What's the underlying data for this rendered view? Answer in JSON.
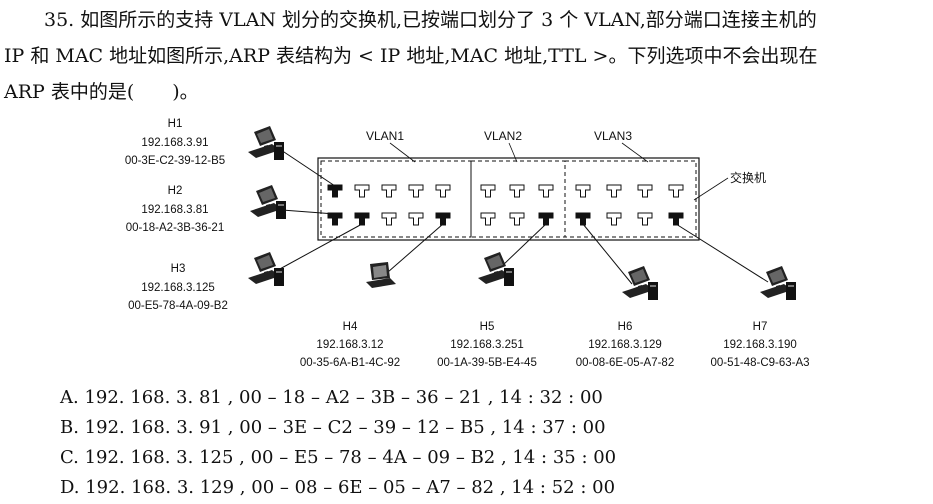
{
  "question": {
    "lines": [
      "35. 如图所示的支持 VLAN 划分的交换机,已按端口划分了 3 个 VLAN,部分端口连接主机的",
      "IP 和 MAC 地址如图所示,ARP 表结构为 < IP 地址,MAC 地址,TTL >。下列选项中不会出现在",
      "ARP 表中的是(　　)。"
    ]
  },
  "figure": {
    "switch_label": "交换机",
    "vlans": [
      "VLAN1",
      "VLAN2",
      "VLAN3"
    ],
    "hosts": [
      {
        "name": "H1",
        "ip": "192.168.3.91",
        "mac": "00-3E-C2-39-12-B5"
      },
      {
        "name": "H2",
        "ip": "192.168.3.81",
        "mac": "00-18-A2-3B-36-21"
      },
      {
        "name": "H3",
        "ip": "192.168.3.125",
        "mac": "00-E5-78-4A-09-B2"
      },
      {
        "name": "H4",
        "ip": "192.168.3.12",
        "mac": "00-35-6A-B1-4C-92"
      },
      {
        "name": "H5",
        "ip": "192.168.3.251",
        "mac": "00-1A-39-5B-E4-45"
      },
      {
        "name": "H6",
        "ip": "192.168.3.129",
        "mac": "00-08-6E-05-A7-82"
      },
      {
        "name": "H7",
        "ip": "192.168.3.190",
        "mac": "00-51-48-C9-63-A3"
      }
    ]
  },
  "options": [
    "A. 192. 168. 3. 81 , 00 – 18 – A2 – 3B – 36 – 21 , 14 : 32 : 00",
    "B. 192. 168. 3. 91 , 00 – 3E – C2 – 39 – 12 – B5 , 14 : 37 : 00",
    "C. 192. 168. 3. 125 , 00 – E5 – 78 – 4A – 09 – B2 , 14 : 35 : 00",
    "D. 192. 168. 3. 129 , 00 – 08 – 6E – 05 – A7 – 82 , 14 : 52 : 00"
  ]
}
